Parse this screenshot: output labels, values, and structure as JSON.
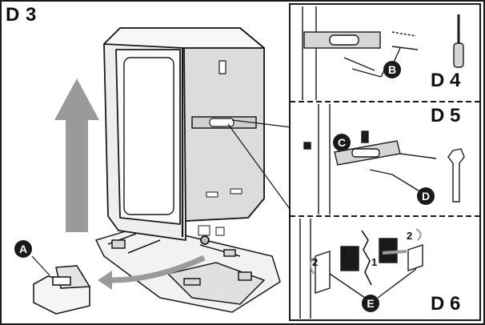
{
  "steps": {
    "main": "D 3",
    "inset_top": "D 4",
    "inset_middle": "D 5",
    "inset_bottom": "D 6"
  },
  "callouts": {
    "a": "A",
    "b": "B",
    "c": "C",
    "d": "D",
    "e": "E"
  },
  "sequence_numbers": {
    "left_second": "2",
    "left_first": "1",
    "right_second": "2",
    "right_first": "1"
  },
  "colors": {
    "outline": "#1a1a1a",
    "arrow_grey": "#9a9a9a",
    "panel_grey": "#e6e6e6"
  }
}
